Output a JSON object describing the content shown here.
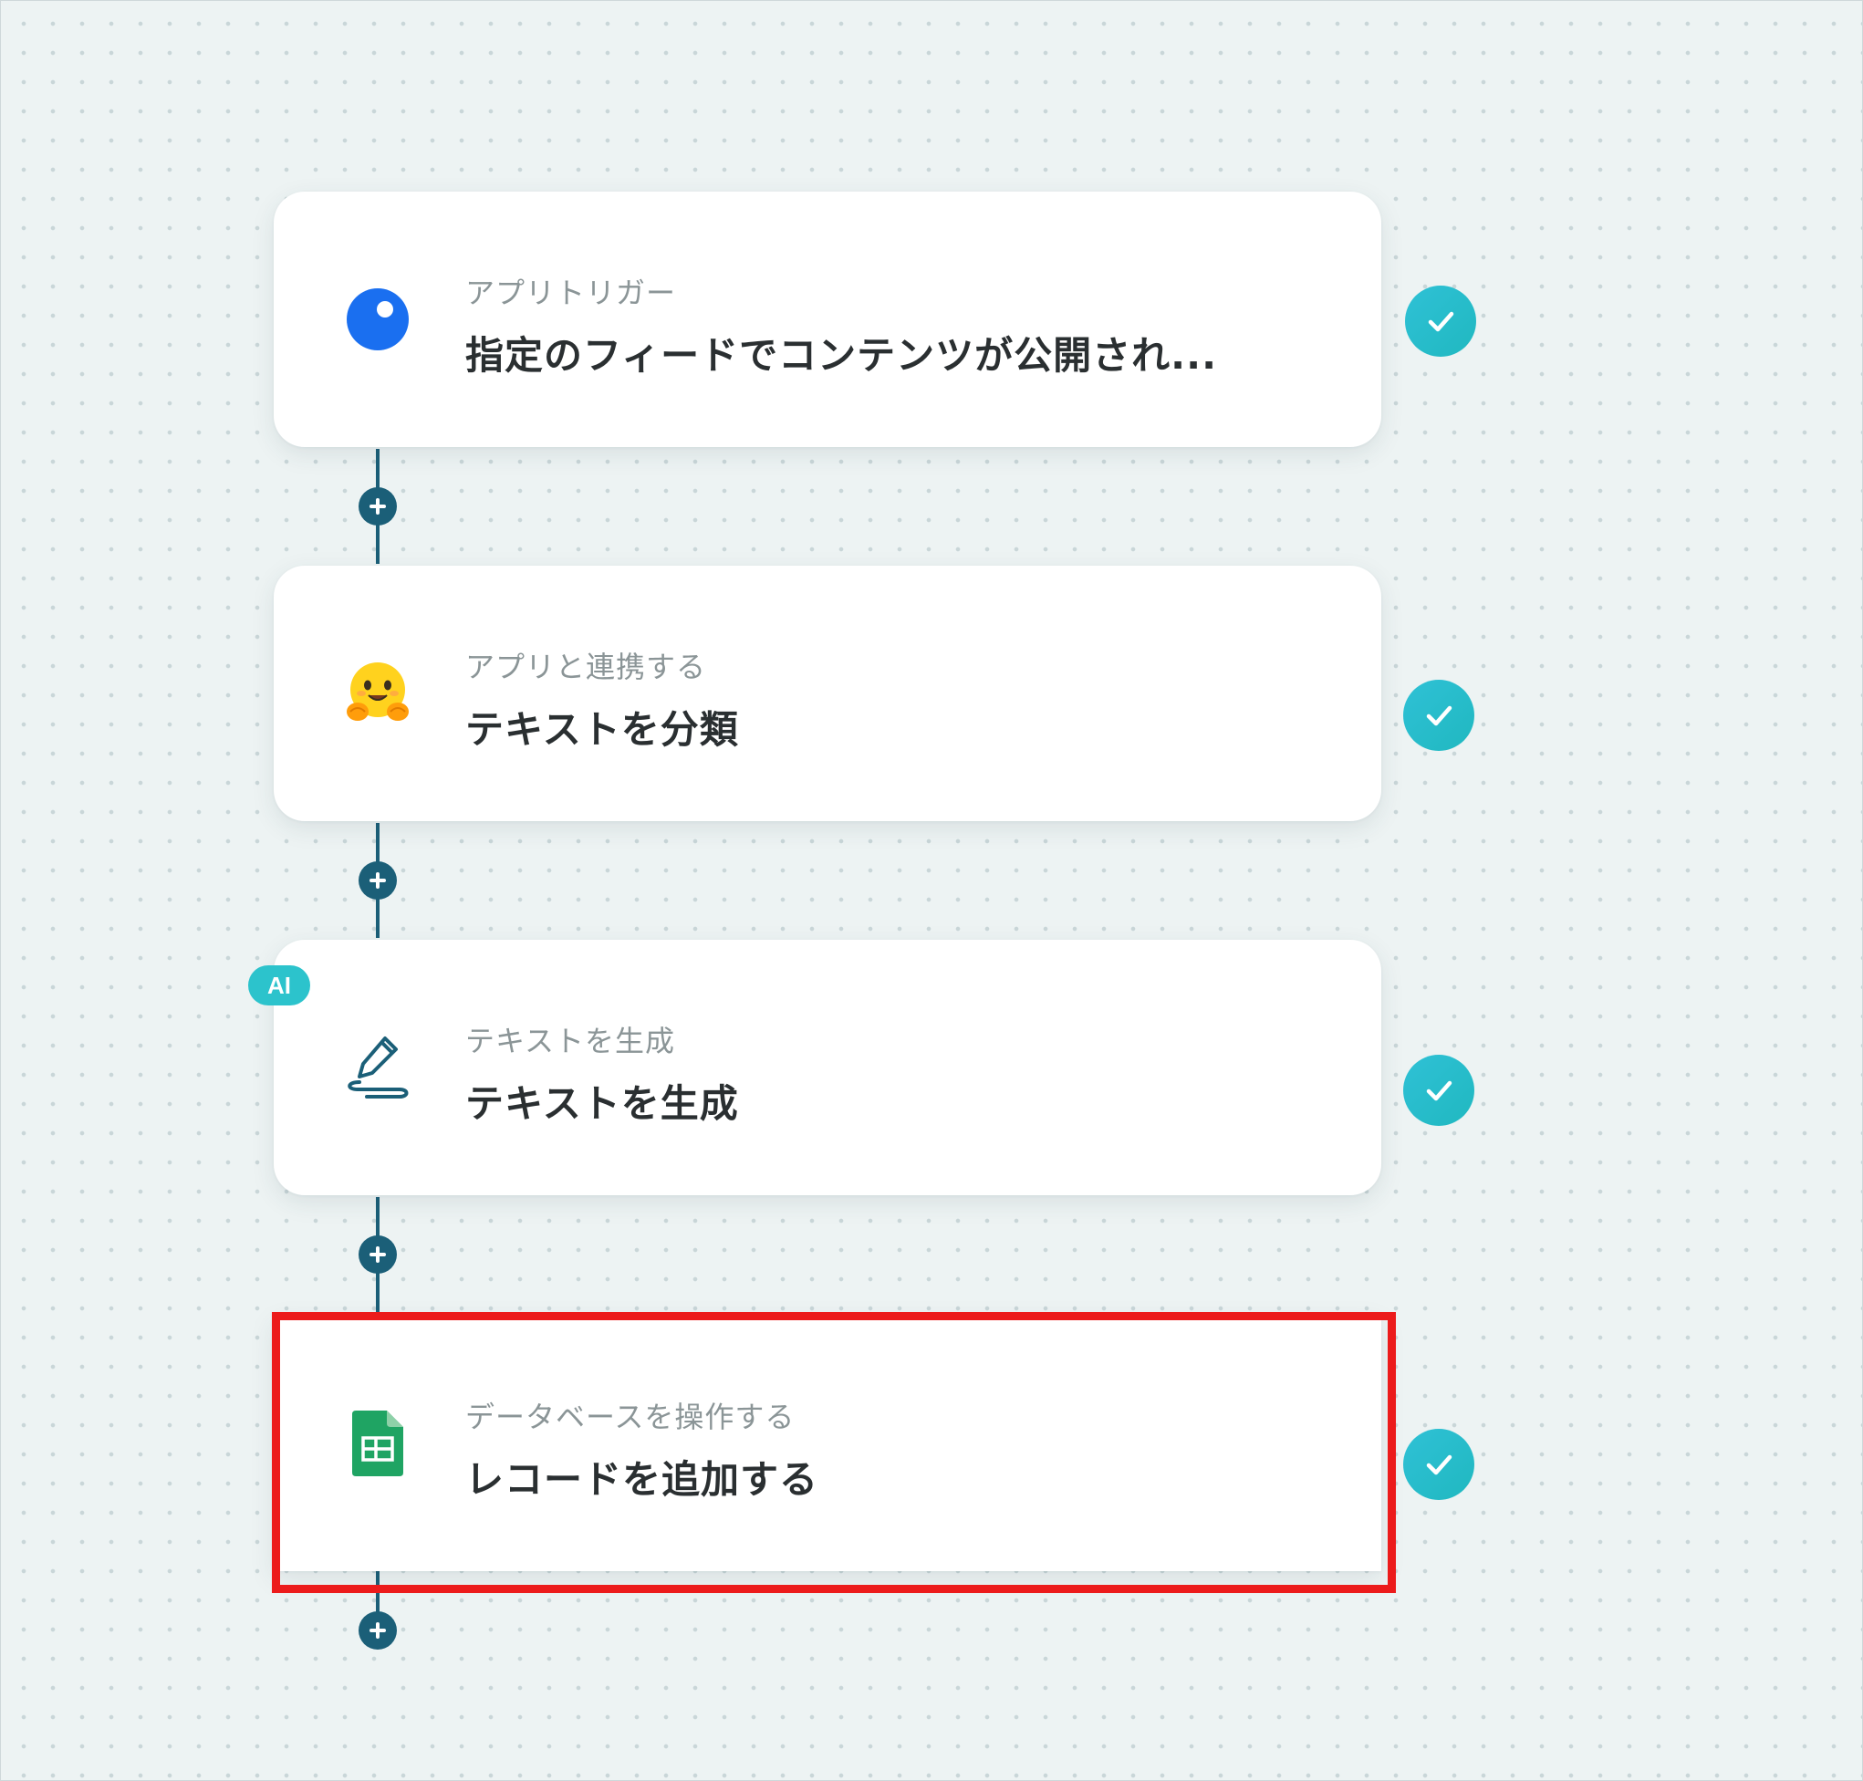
{
  "flow": {
    "steps": [
      {
        "subtitle": "アプリトリガー",
        "title": "指定のフィードでコンテンツが公開され...",
        "icon": "blue-dot-app-icon",
        "status": "completed"
      },
      {
        "subtitle": "アプリと連携する",
        "title": "テキストを分類",
        "icon": "hugging-face-icon",
        "status": "completed"
      },
      {
        "subtitle": "テキストを生成",
        "title": "テキストを生成",
        "icon": "pen-scribble-icon",
        "badge": "AI",
        "status": "completed"
      },
      {
        "subtitle": "データベースを操作する",
        "title": "レコードを追加する",
        "icon": "google-sheets-icon",
        "status": "completed",
        "highlighted": true
      }
    ]
  },
  "colors": {
    "background": "#edf3f3",
    "connector": "#1b5f78",
    "check": "#2cc3cc",
    "highlight": "#ec1b1b",
    "trigger_icon": "#1a6ff0",
    "sheets": "#1fa463"
  }
}
